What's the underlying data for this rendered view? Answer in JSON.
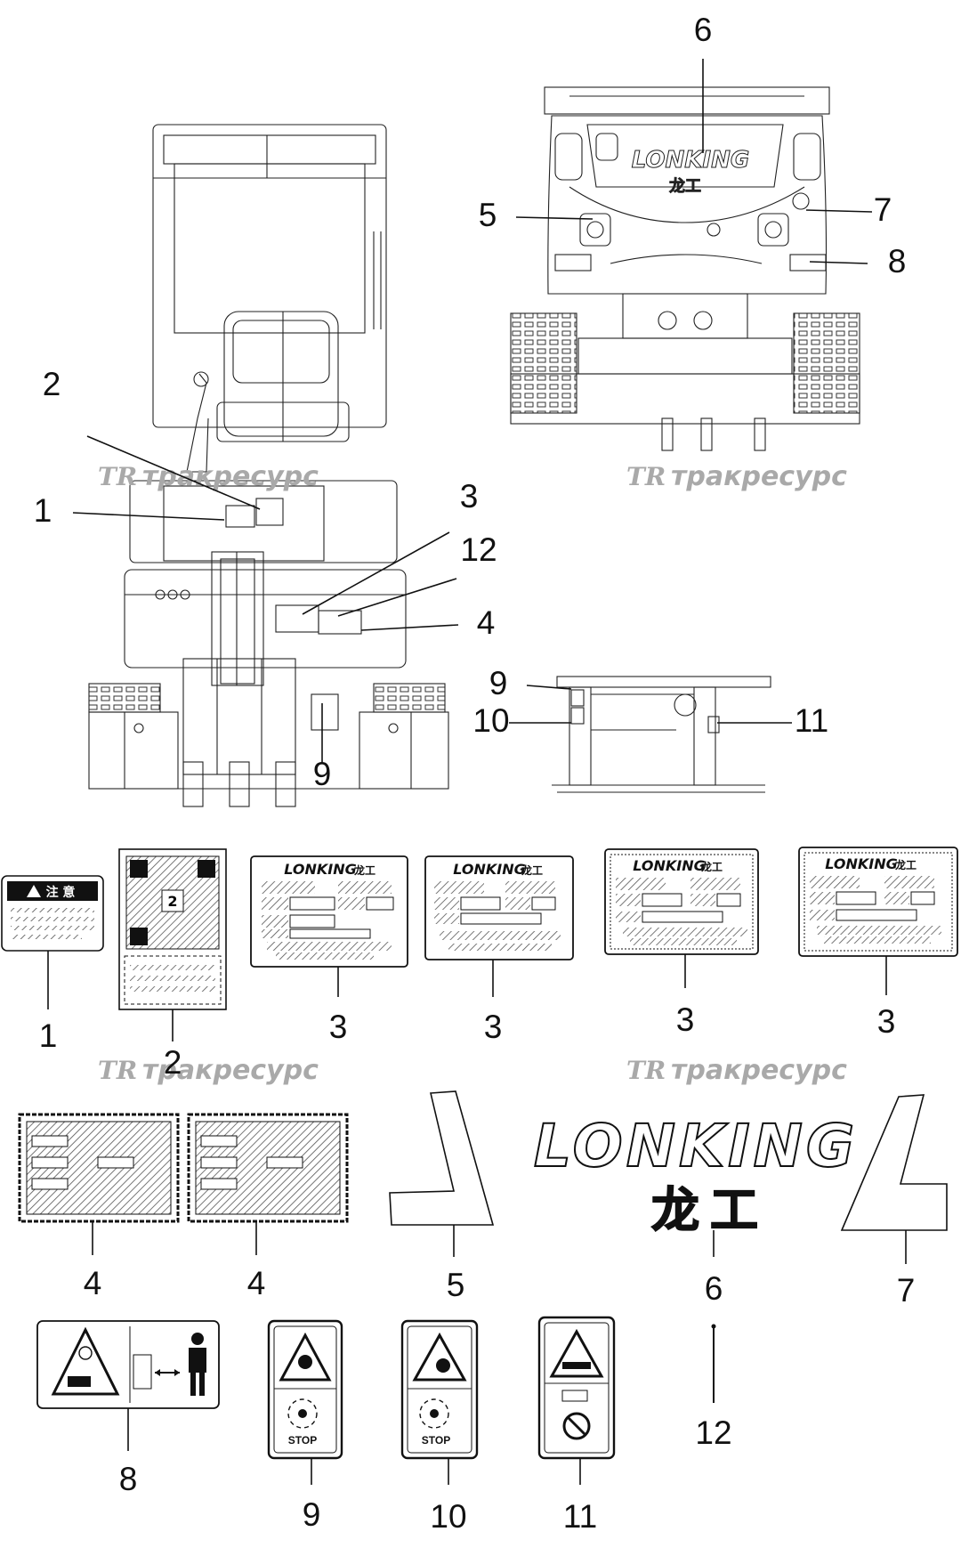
{
  "callouts": {
    "c1": "1",
    "c2": "2",
    "c3": "3",
    "c4": "4",
    "c5": "5",
    "c6": "6",
    "c7": "7",
    "c8": "8",
    "c9": "9",
    "c10": "10",
    "c11": "11",
    "c12": "12"
  },
  "watermark": {
    "logo": "TR",
    "text": "тракресурс"
  },
  "brand": {
    "name": "LONKING",
    "chinese": "龙工"
  },
  "decal_text": {
    "caution_header": "注 意",
    "stop": "STOP"
  }
}
